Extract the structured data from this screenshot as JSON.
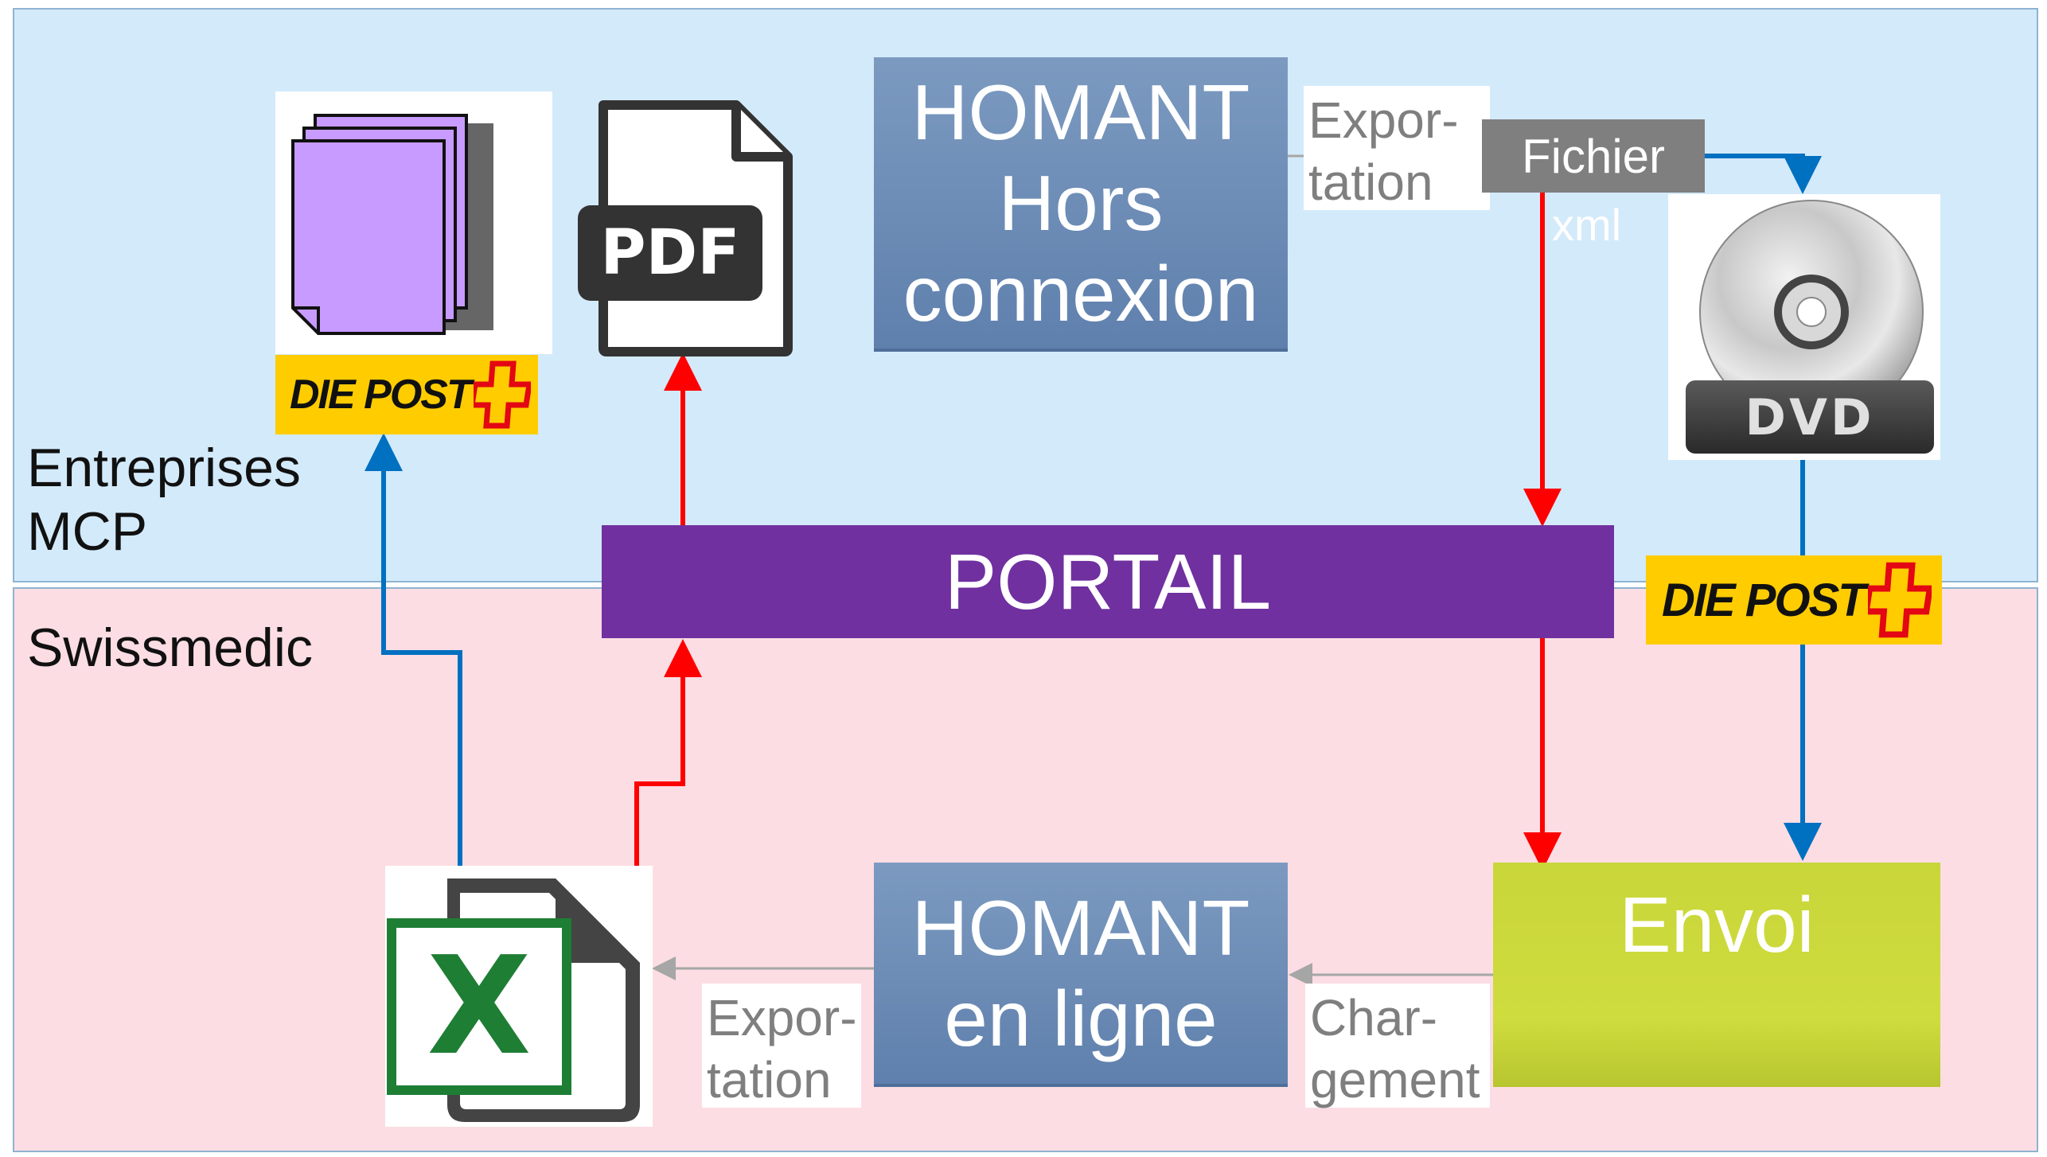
{
  "zones": {
    "companies_label": "Entreprises\nMCP",
    "swissmedic_label": "Swissmedic"
  },
  "boxes": {
    "homant_offline": "HOMANT\nHors\nconnexion",
    "homant_online": "HOMANT\nen ligne",
    "portal": "PORTAIL",
    "envoi": "Envoi",
    "fichier": "Fichier",
    "xml": "xml"
  },
  "labels": {
    "export_top": "Expor-\ntation",
    "export_bottom": "Expor-\ntation",
    "upload": "Char-\ngement"
  },
  "icons": {
    "pdf_text": "PDF",
    "dvd_text": "DVD",
    "excel_letter": "X",
    "post_logo_text": "DIE POST"
  },
  "colors": {
    "red_flow": "#ff0000",
    "blue_flow": "#0070c0",
    "gray_flow": "#a6a6a6",
    "portal": "#7030a0",
    "post_yellow": "#ffcc00"
  }
}
